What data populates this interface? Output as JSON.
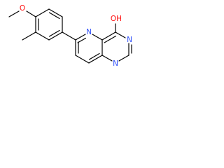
{
  "molecule": {
    "atom_labels": {
      "methoxy_oxygen": "O",
      "ring_nitrogen_5": "N",
      "hydroxyl": "OH",
      "ring_nitrogen_3": "N",
      "ring_nitrogen_1": "N"
    },
    "colors": {
      "bond": "#000000",
      "oxygen": "#ff0d0d",
      "nitrogen": "#3050f8",
      "background": "#ffffff"
    }
  }
}
